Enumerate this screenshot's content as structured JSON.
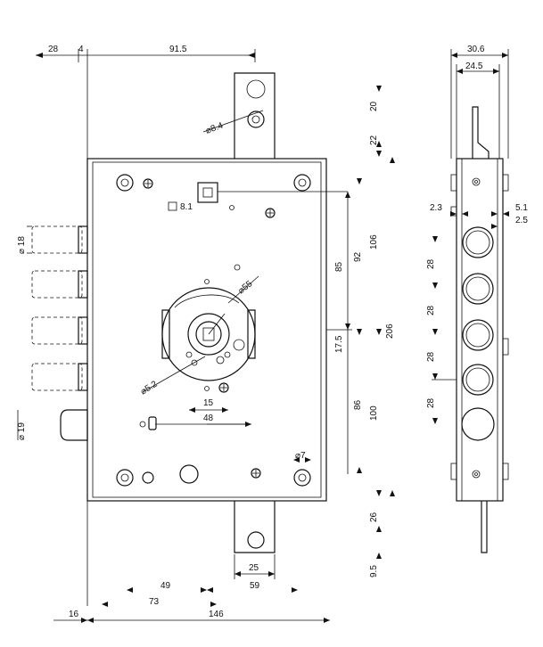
{
  "drawing": {
    "front_view": {
      "top_dims": [
        "28",
        "4",
        "91.5"
      ],
      "diameters": [
        "8.4",
        "18",
        "19",
        "5.2",
        "55",
        "7"
      ],
      "square_label": "8.1",
      "cylinder_dims": [
        "15",
        "48"
      ],
      "right_dims": [
        "20",
        "22",
        "106",
        "92",
        "85",
        "206",
        "17.5",
        "100",
        "86",
        "26",
        "9.5"
      ],
      "bottom_dims": [
        "25",
        "59",
        "49",
        "73",
        "16",
        "146"
      ]
    },
    "side_view": {
      "top_dims": [
        "30.6",
        "24.5"
      ],
      "small_dims": [
        "2.3",
        "5.1",
        "2.5"
      ],
      "bolt_spacing": [
        "28",
        "28",
        "28",
        "28"
      ]
    }
  }
}
